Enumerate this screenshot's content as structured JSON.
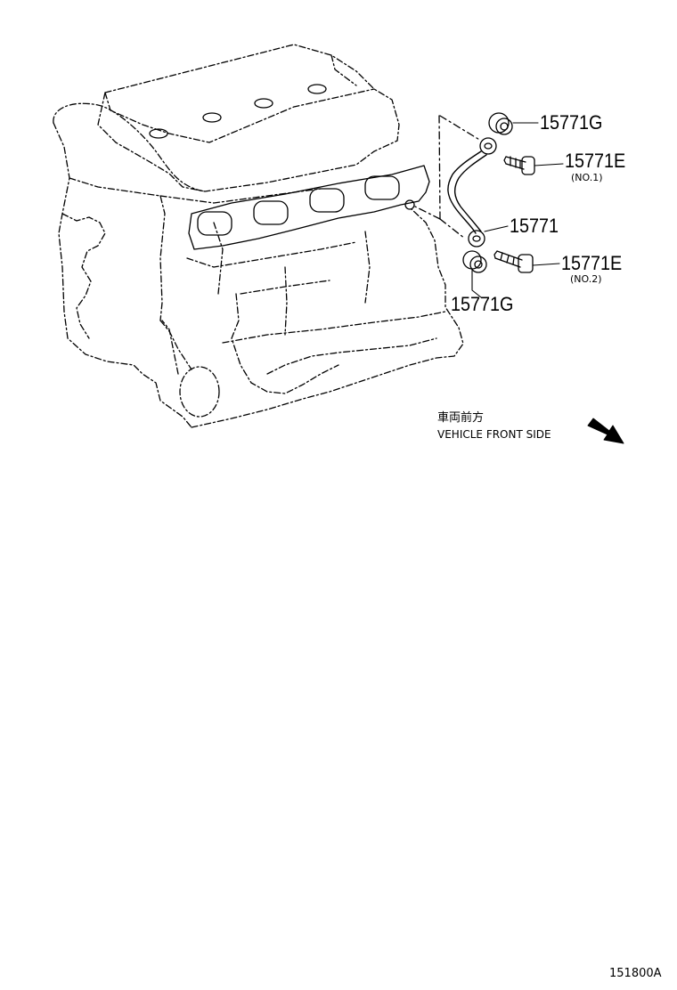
{
  "callouts": {
    "c1": "15771G",
    "c2": "15771E",
    "c2_note": "(NO.1)",
    "c3": "15771",
    "c4": "15771E",
    "c4_note": "(NO.2)",
    "c5": "15771G"
  },
  "front_indicator": {
    "japanese": "車両前方",
    "english": "VEHICLE FRONT SIDE",
    "icon": "arrow-down-right-icon"
  },
  "figure_number": "151800A"
}
